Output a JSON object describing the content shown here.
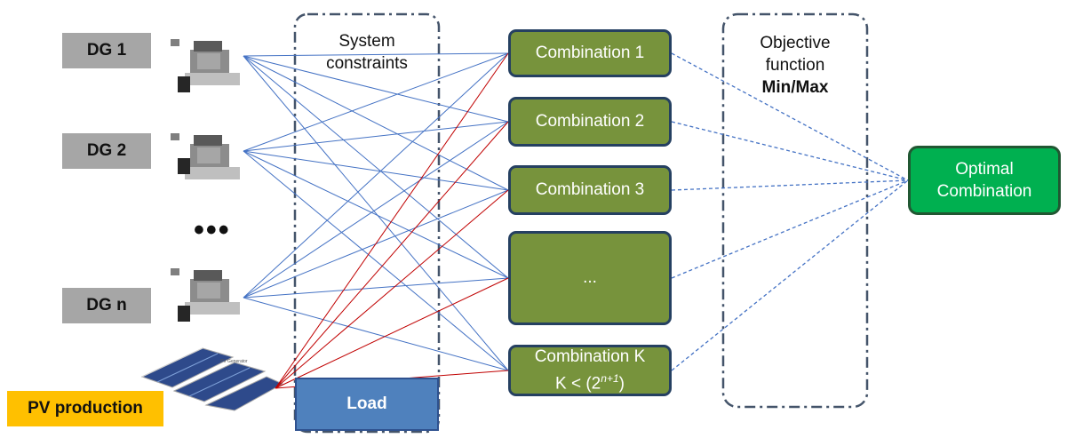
{
  "dg_labels": [
    "DG 1",
    "DG 2",
    "DG n"
  ],
  "ellipsis": "•••",
  "pv_label": "PV production",
  "panel_caption": "PV Generator",
  "constraints": {
    "line1": "System",
    "line2": "constraints"
  },
  "load_label": "Load",
  "combinations": [
    "Combination 1",
    "Combination 2",
    "Combination 3",
    "..."
  ],
  "combination_k": {
    "line1": "Combination K",
    "line2_prefix": "K < (2",
    "exponent": "n+1",
    "line2_suffix": ")"
  },
  "objective": {
    "line1": "Objective",
    "line2": "function",
    "line3": "Min/Max"
  },
  "optimal": {
    "line1": "Optimal",
    "line2": "Combination"
  },
  "colors": {
    "dg_box": "#a6a6a6",
    "pv_box": "#ffc000",
    "load_box": "#4f81bd",
    "combination_box": "#77933c",
    "optimal_box": "#00b050",
    "blue_line": "#4472c4",
    "red_line": "#c00000",
    "dashed_border": "#44546a"
  },
  "icons": [
    "generator-icon",
    "solar-panel-icon"
  ]
}
